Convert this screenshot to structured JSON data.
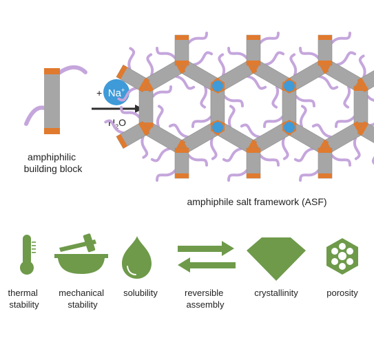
{
  "scheme": {
    "building_block_label": [
      "amphiphilic",
      "building block"
    ],
    "reagent_plus": "+",
    "reagent_ion": "Na",
    "reagent_ion_charge": "+",
    "solvent_prefix": "H",
    "solvent_subscript": "2",
    "solvent_suffix": "O",
    "framework_label": "amphiphile salt framework (ASF)"
  },
  "properties": [
    {
      "icon": "thermometer-icon",
      "lines": [
        "thermal",
        "stability"
      ]
    },
    {
      "icon": "mortar-pestle-icon",
      "lines": [
        "mechanical",
        "stability"
      ]
    },
    {
      "icon": "droplet-icon",
      "lines": [
        "solubility"
      ]
    },
    {
      "icon": "reversible-arrows-icon",
      "lines": [
        "reversible",
        "assembly"
      ]
    },
    {
      "icon": "crystal-icon",
      "lines": [
        "crystallinity"
      ]
    },
    {
      "icon": "pores-hexagon-icon",
      "lines": [
        "porosity"
      ]
    }
  ],
  "colors": {
    "rod": "#a6a6a6",
    "rod_edge": "#8d8d8d",
    "cap": "#e07a2e",
    "tail": "#c5a6dc",
    "sodium": "#3f9ad8",
    "icon_green": "#6e9a4a",
    "arrow": "#2f2f2f"
  }
}
